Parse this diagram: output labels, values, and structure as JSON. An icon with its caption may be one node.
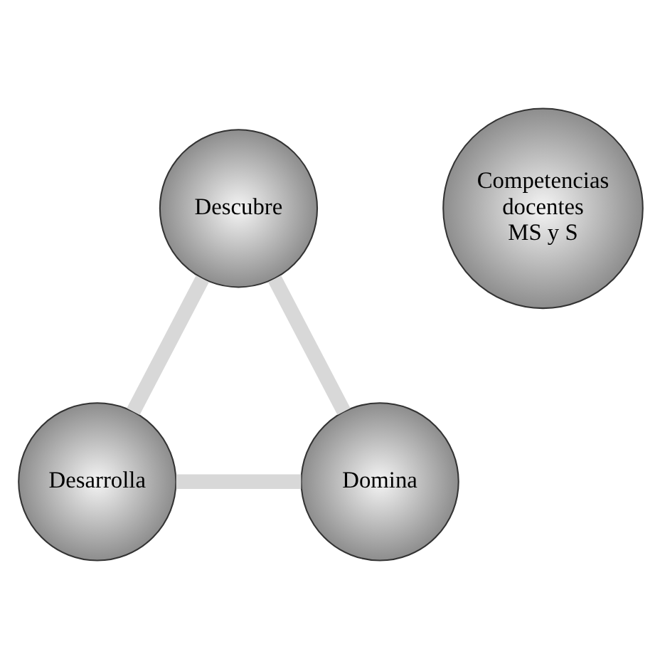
{
  "diagram": {
    "nodes": [
      {
        "text": [
          "Descubre"
        ]
      },
      {
        "text": [
          "Competencias docentes MS y S"
        ]
      },
      {
        "text": [
          "Domina"
        ]
      },
      {
        "text": [
          "Desarrolla"
        ]
      }
    ],
    "edges": [
      {
        "from": 0,
        "to": 3,
        "arrow": "none"
      },
      {
        "from": 3,
        "to": 2,
        "arrow": "none"
      },
      {
        "from": 2,
        "to": 0,
        "arrow": "none"
      }
    ]
  }
}
